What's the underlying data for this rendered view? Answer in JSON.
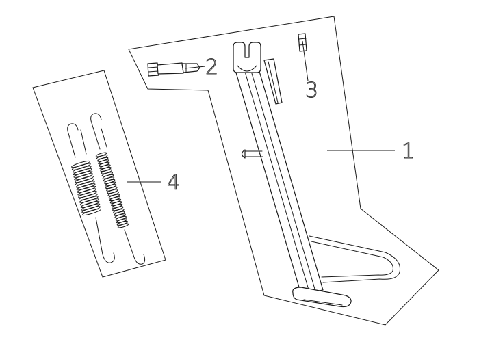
{
  "callouts": {
    "part_1": "1",
    "part_2": "2",
    "part_3": "3",
    "part_4": "4"
  },
  "colors": {
    "line": "#1a1a1a",
    "background": "#ffffff"
  }
}
